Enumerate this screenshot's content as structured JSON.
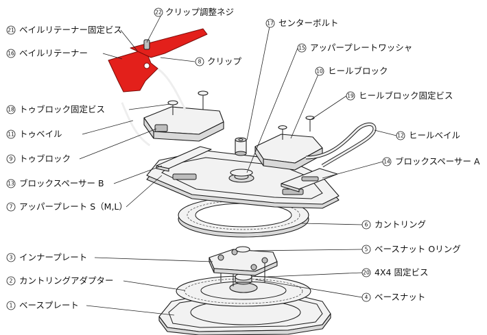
{
  "labels": [
    {
      "id": "22",
      "num": "22",
      "text": "クリップ調整ネジ"
    },
    {
      "id": "21",
      "num": "21",
      "text": "ベイルリテーナー固定ビス"
    },
    {
      "id": "16",
      "num": "16",
      "text": "ベイルリテーナー"
    },
    {
      "id": "8",
      "num": "8",
      "text": "クリップ"
    },
    {
      "id": "18",
      "num": "18",
      "text": "トゥブロック固定ビス"
    },
    {
      "id": "11",
      "num": "11",
      "text": "トゥベイル"
    },
    {
      "id": "9",
      "num": "9",
      "text": "トゥブロック"
    },
    {
      "id": "13",
      "num": "13",
      "text": "ブロックスペーサー B"
    },
    {
      "id": "7",
      "num": "7",
      "text": "アッパープレート S（M,L）"
    },
    {
      "id": "3",
      "num": "3",
      "text": "インナープレート"
    },
    {
      "id": "2",
      "num": "2",
      "text": "カントリングアダプター"
    },
    {
      "id": "1",
      "num": "1",
      "text": "ベースプレート"
    },
    {
      "id": "17",
      "num": "17",
      "text": "センターボルト"
    },
    {
      "id": "15",
      "num": "15",
      "text": "アッパープレートワッシャ"
    },
    {
      "id": "10",
      "num": "10",
      "text": "ヒールブロック"
    },
    {
      "id": "19",
      "num": "19",
      "text": "ヒールブロック固定ビス"
    },
    {
      "id": "12",
      "num": "12",
      "text": "ヒールベイル"
    },
    {
      "id": "14",
      "num": "14",
      "text": "ブロックスペーサー A"
    },
    {
      "id": "6",
      "num": "6",
      "text": "カントリング"
    },
    {
      "id": "5",
      "num": "5",
      "text": "ベースナット Oリング"
    },
    {
      "id": "20",
      "num": "20",
      "text": "4X4 固定ビス"
    },
    {
      "id": "4",
      "num": "4",
      "text": "ベースナット"
    }
  ],
  "colors": {
    "clip": "#e3201b",
    "line": "#1a1a1a"
  }
}
